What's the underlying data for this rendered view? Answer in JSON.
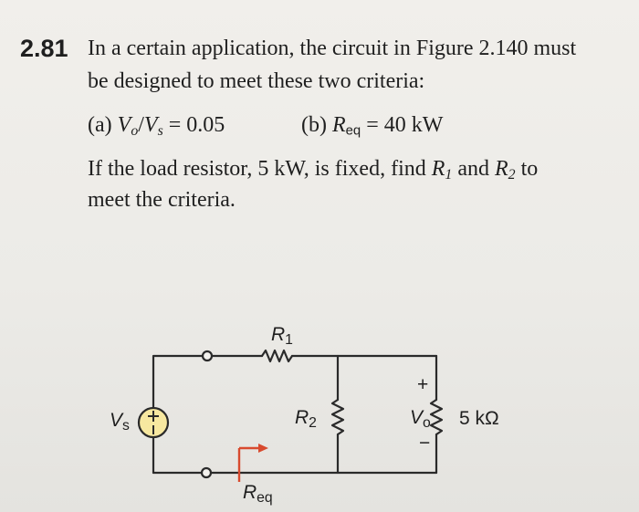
{
  "problem": {
    "number": "2.81",
    "line1": "In a certain application, the circuit in Figure 2.140 must",
    "line2": "be designed to meet these two criteria:",
    "criterion_a": {
      "label": "(a)",
      "v_o": "V",
      "o_sub": "o",
      "slash": "/",
      "v_s": "V",
      "s_sub": "s",
      "rhs": "= 0.05"
    },
    "criterion_b": {
      "label": "(b)",
      "r": "R",
      "sub": "eq",
      "rhs": "= 40 kW"
    },
    "line4_a": "If the load resistor, 5 kW, is fixed, find ",
    "r1": "R",
    "r1_sub": "1",
    "line4_and": " and ",
    "r2": "R",
    "r2_sub": "2",
    "line4_b": " to",
    "line5": "meet the criteria."
  },
  "circuit": {
    "r1_label": "R",
    "r1_sub": "1",
    "r2_label": "R",
    "r2_sub": "2",
    "vs_label": "V",
    "vs_sub": "s",
    "vo_label": "V",
    "vo_sub": "o",
    "load_label": "5 kΩ",
    "req_label": "R",
    "req_sub": "eq",
    "plus": "+",
    "minus": "−"
  },
  "colors": {
    "source_fill": "#f7e8a0",
    "req_arrow": "#d84a2e",
    "wire": "#2a2a2a"
  }
}
